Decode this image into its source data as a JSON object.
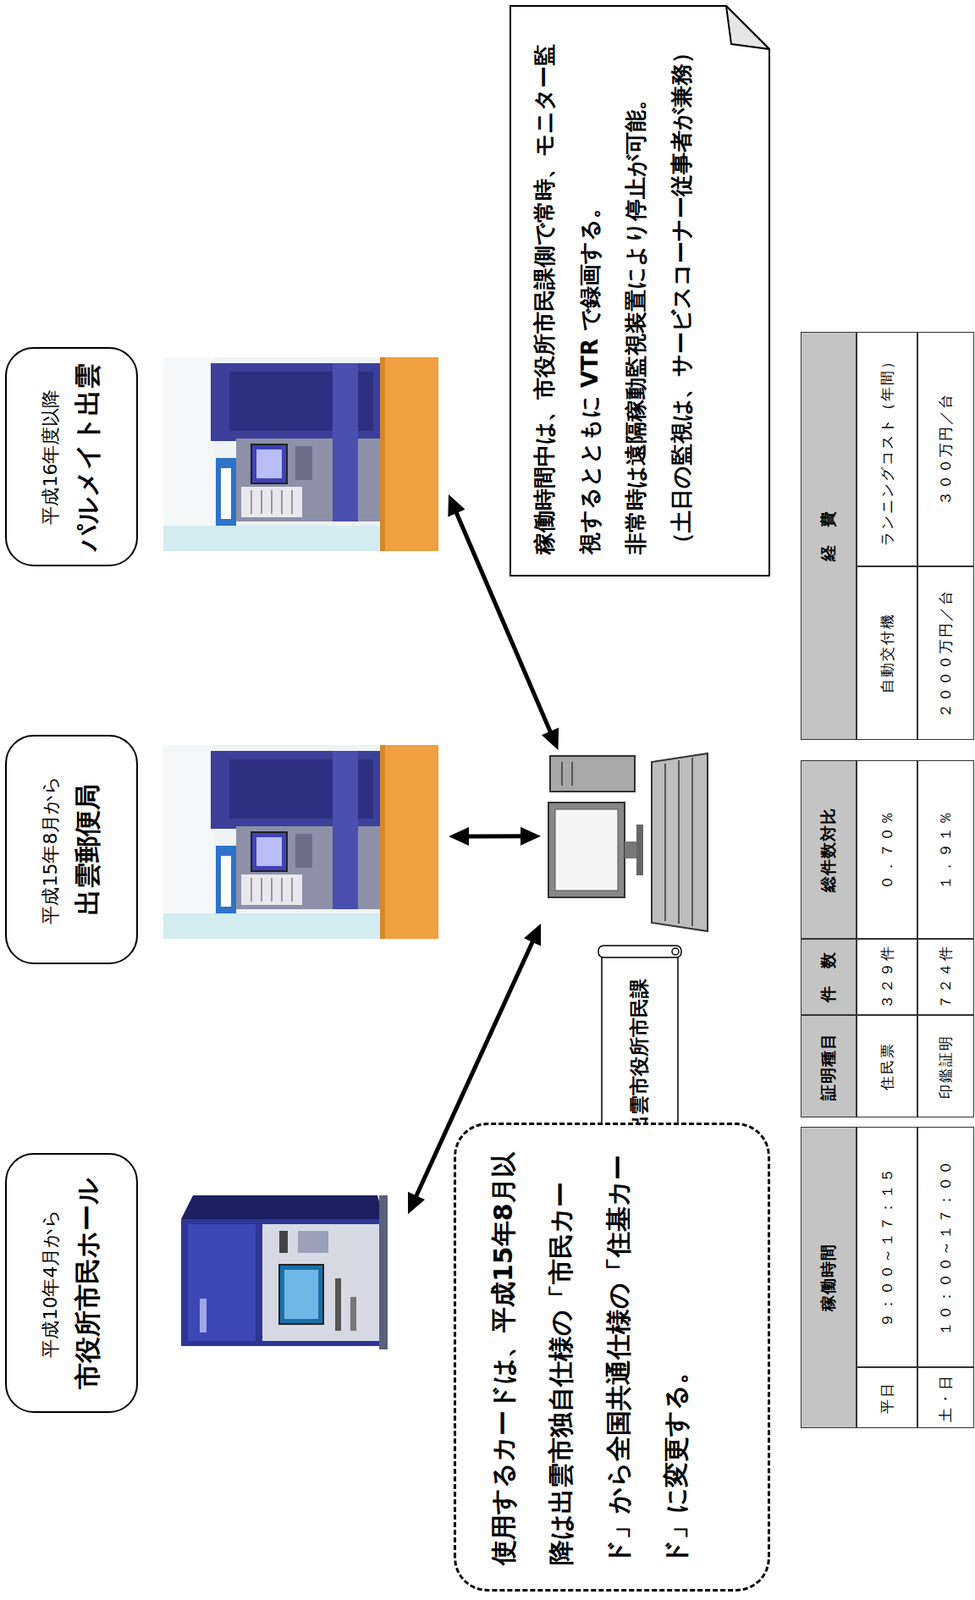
{
  "diagram": {
    "nodes": [
      {
        "text": [
          "平成10年4月から",
          "市役所市民ホール"
        ]
      },
      {
        "text": [
          "平成15年8月から",
          "出雲郵便局"
        ]
      },
      {
        "text": [
          "平成16年度以降",
          "パルメイト出雲"
        ]
      },
      {
        "text": [
          "出雲市役所市民課"
        ]
      },
      {
        "text": [
          "使用するカードは、平成15年8月以降は出雲市独自仕様の「市民カード」から全国共通仕様の「住基カード」に変更する。"
        ]
      },
      {
        "text": [
          "稼働時間中は、市役所市民課側で常時、モニター監視するとともに VTR で録画する。",
          "非常時は遠隔稼動監視装置により停止が可能。",
          "（土日の監視は、サービスコーナー従事者が兼務）"
        ]
      }
    ],
    "edges": [
      {
        "from": 0,
        "to": 3,
        "arrow": "both"
      },
      {
        "from": 1,
        "to": 3,
        "arrow": "both"
      },
      {
        "from": 2,
        "to": 3,
        "arrow": "both"
      }
    ],
    "labels": [
      "稼働時間",
      "平日",
      "９：００～１７：１５",
      "土・日",
      "１０：００～１７：００",
      "証明種目",
      "件　数",
      "総件数対比",
      "住民票",
      "３２９件",
      "０．７０％",
      "印鑑証明",
      "７２４件",
      "１．９１％",
      "経　費",
      "自動交付機",
      "ランニングコスト（年間）",
      "２０００万円／台",
      "３００万円／台"
    ]
  }
}
